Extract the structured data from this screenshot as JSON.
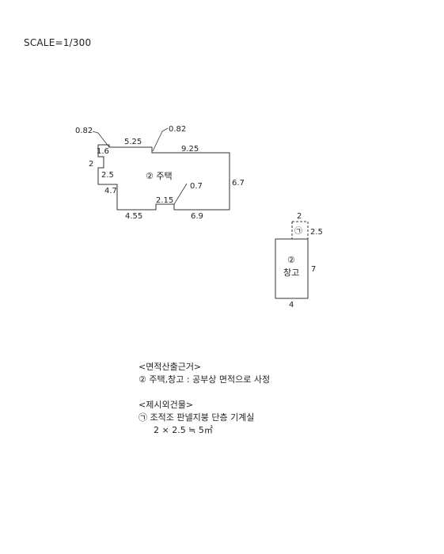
{
  "scale_label": "SCALE=1/300",
  "house": {
    "label": "② 주택",
    "dimensions": {
      "top_small": "1.6",
      "top_left_offset": "0.82",
      "top_run": "5.25",
      "top_mid_offset": "0.82",
      "top_right": "9.25",
      "left_upper": "2",
      "inner_step": "2.5",
      "left_lower": "4.7",
      "right_side": "6.7",
      "notch_offset": "0.7",
      "notch_width": "2.15",
      "bottom_left": "4.55",
      "bottom_right": "6.9"
    }
  },
  "warehouse": {
    "label_number": "②",
    "label_name": "창고",
    "annex_marker": "㉠",
    "dimensions": {
      "annex_width": "2",
      "annex_depth": "2.5",
      "height": "7",
      "width": "4"
    }
  },
  "notes": {
    "area_basis_title": "<면적산출근거>",
    "area_basis_text": "② 주택,창고 : 공부상 면적으로 사정",
    "excluded_title": "<제시외건물>",
    "excluded_item": "㉠ 조적조 판넬지붕 단층 기계실",
    "excluded_area": "2 × 2.5 ≒ 5㎡"
  }
}
